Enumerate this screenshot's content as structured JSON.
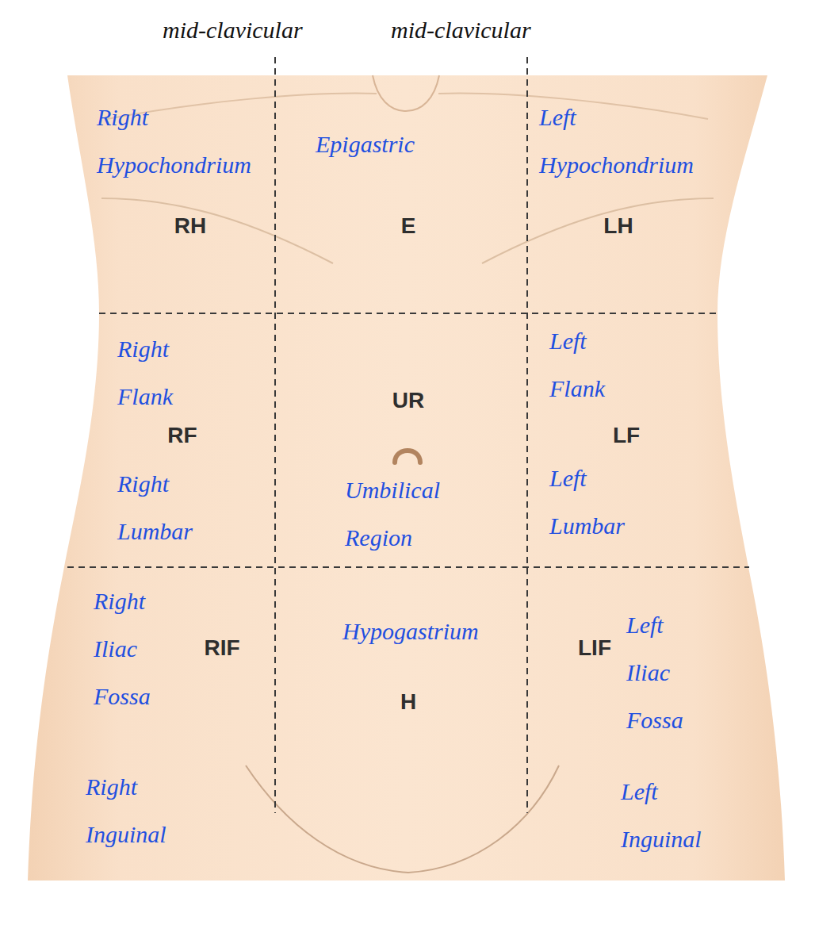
{
  "diagram": {
    "nodes": [
      {
        "text": [
          "Right Hypochondrium",
          "RH"
        ]
      },
      {
        "text": [
          "Epigastric",
          "E"
        ]
      },
      {
        "text": [
          "Left Hypochondrium",
          "LH"
        ]
      },
      {
        "text": [
          "Right Flank",
          "RF",
          "Right Lumbar"
        ]
      },
      {
        "text": [
          "UR",
          "Umbilical Region"
        ]
      },
      {
        "text": [
          "Left Flank",
          "LF",
          "Left Lumbar"
        ]
      },
      {
        "text": [
          "Right Iliac Fossa",
          "RIF",
          "Right Inguinal"
        ]
      },
      {
        "text": [
          "Hypogastrium",
          "H"
        ]
      },
      {
        "text": [
          "Left Iliac Fossa",
          "LIF",
          "Left Inguinal"
        ]
      }
    ],
    "labels": [
      "mid-clavicular",
      "mid-clavicular"
    ]
  }
}
